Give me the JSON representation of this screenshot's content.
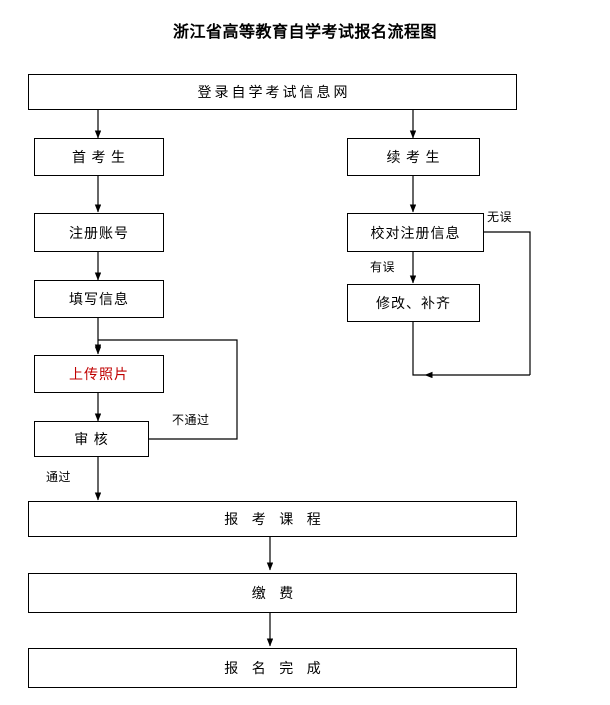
{
  "title": "浙江省高等教育自学考试报名流程图",
  "nodes": {
    "login": "登录自学考试信息网",
    "first_time": "首 考 生",
    "returning": "续 考 生",
    "register_account": "注册账号",
    "check_info": "校对注册信息",
    "fill_info": "填写信息",
    "modify": "修改、补齐",
    "upload_photo": "上传照片",
    "review": "审 核",
    "apply_course": "报 考 课 程",
    "payment": "缴 费",
    "done": "报 名 完 成"
  },
  "edge_labels": {
    "no_error": "无误",
    "has_error": "有误",
    "not_pass": "不通过",
    "pass": "通过"
  },
  "colors": {
    "line": "#000000",
    "box_border": "#000000",
    "accent_red": "#c00000",
    "background": "#ffffff"
  }
}
